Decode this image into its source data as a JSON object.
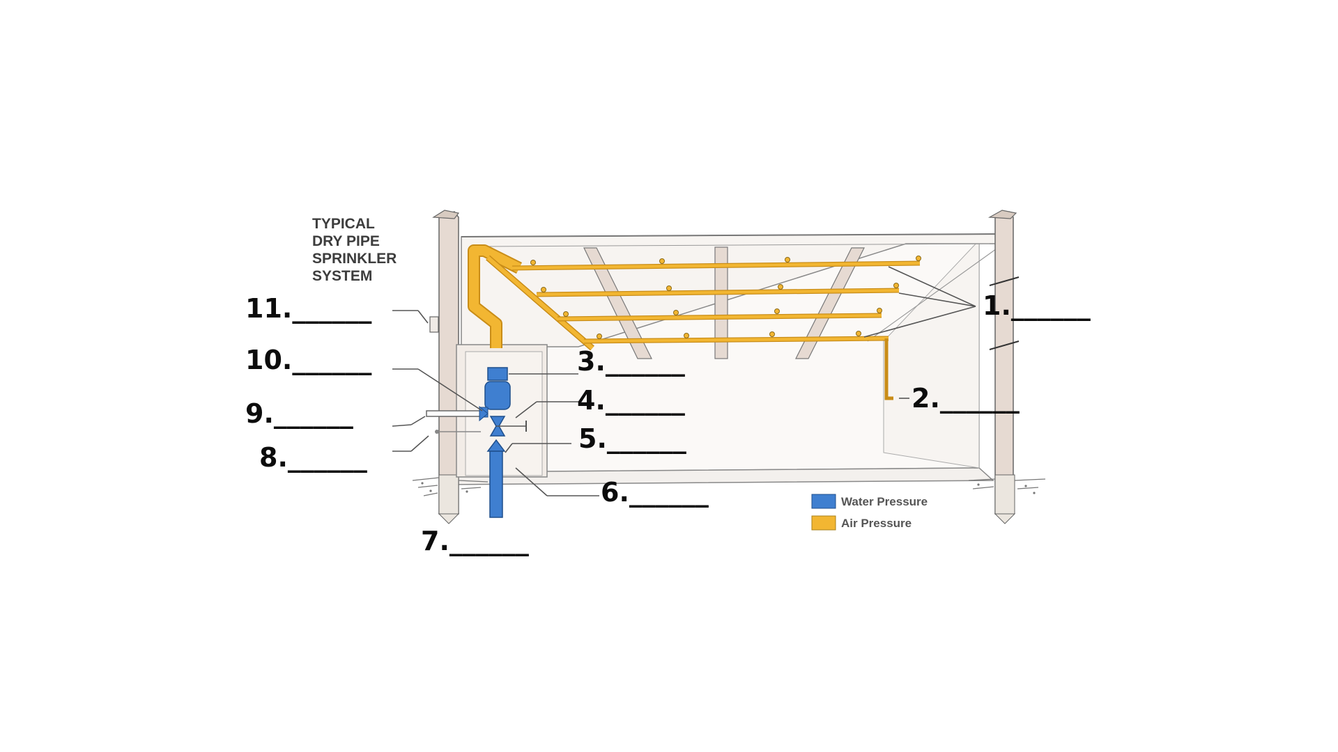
{
  "diagram": {
    "title_lines": [
      "TYPICAL",
      "DRY PIPE",
      "SPRINKLER",
      "SYSTEM"
    ],
    "labels": [
      {
        "id": "1",
        "text": "1.______"
      },
      {
        "id": "2",
        "text": "2.______"
      },
      {
        "id": "3",
        "text": "3.______"
      },
      {
        "id": "4",
        "text": "4.______"
      },
      {
        "id": "5",
        "text": "5.______"
      },
      {
        "id": "6",
        "text": "6.______"
      },
      {
        "id": "7",
        "text": "7.______"
      },
      {
        "id": "8",
        "text": "8.______"
      },
      {
        "id": "9",
        "text": "9.______"
      },
      {
        "id": "10",
        "text": "10.______"
      },
      {
        "id": "11",
        "text": "11.______"
      }
    ],
    "legend": [
      {
        "label": "Water Pressure",
        "color": "#3f7fd0"
      },
      {
        "label": "Air Pressure",
        "color": "#f2b632"
      }
    ],
    "colors": {
      "water_pipe": "#3f7fd0",
      "air_pipe": "#f2b632",
      "structure": "#e6dad2",
      "outline": "#666666"
    }
  }
}
